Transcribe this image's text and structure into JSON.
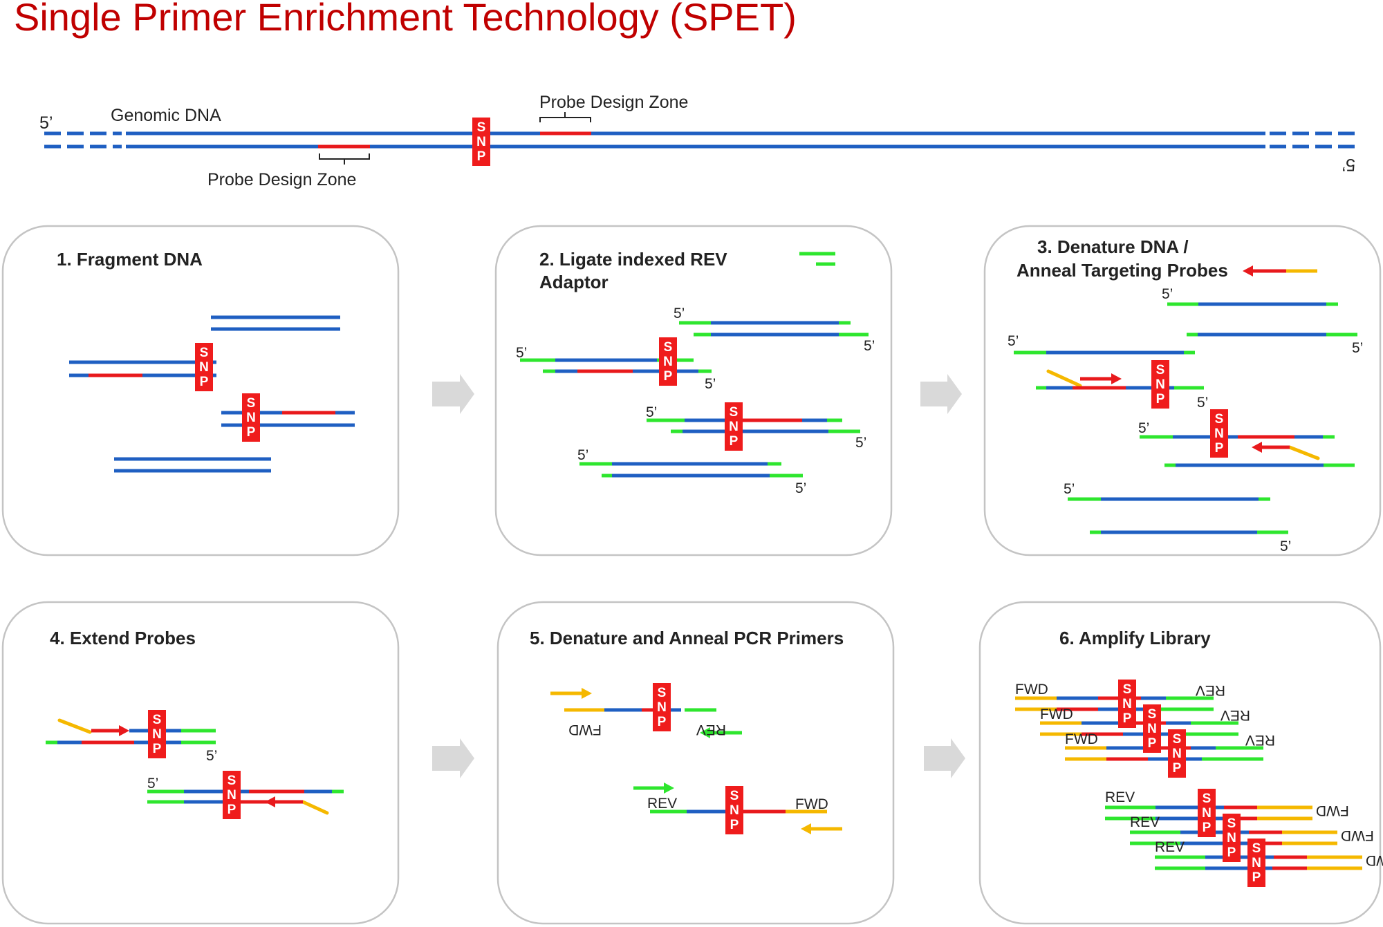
{
  "title": "Single Primer Enrichment Technology (SPET)",
  "colors": {
    "title": "#c00000",
    "dna": "#1f5fc2",
    "probe_zone": "#e8191c",
    "adaptor": "#2ee62e",
    "primer": "#f5b800",
    "snp_box": "#ef1c1c"
  },
  "genome": {
    "five_prime_left": "5’",
    "five_prime_right": "5’",
    "label": "Genomic DNA",
    "zone_top": "Probe Design Zone",
    "zone_bottom": "Probe Design Zone"
  },
  "snp": {
    "letters": [
      "S",
      "N",
      "P"
    ]
  },
  "five_prime": "5’",
  "steps": [
    {
      "lines": [
        "1. Fragment DNA"
      ]
    },
    {
      "lines": [
        "2. Ligate indexed REV",
        "Adaptor"
      ]
    },
    {
      "lines": [
        "3. Denature DNA /",
        "Anneal Targeting Probes"
      ]
    },
    {
      "lines": [
        "4. Extend Probes"
      ]
    },
    {
      "lines": [
        "5. Denature and Anneal PCR Primers"
      ]
    },
    {
      "lines": [
        "6. Amplify Library"
      ]
    }
  ],
  "primer_labels": {
    "fwd": "FWD",
    "rev": "REV"
  },
  "icons": {
    "step_arrow": "right-arrow-icon",
    "snp": "snp-marker"
  }
}
